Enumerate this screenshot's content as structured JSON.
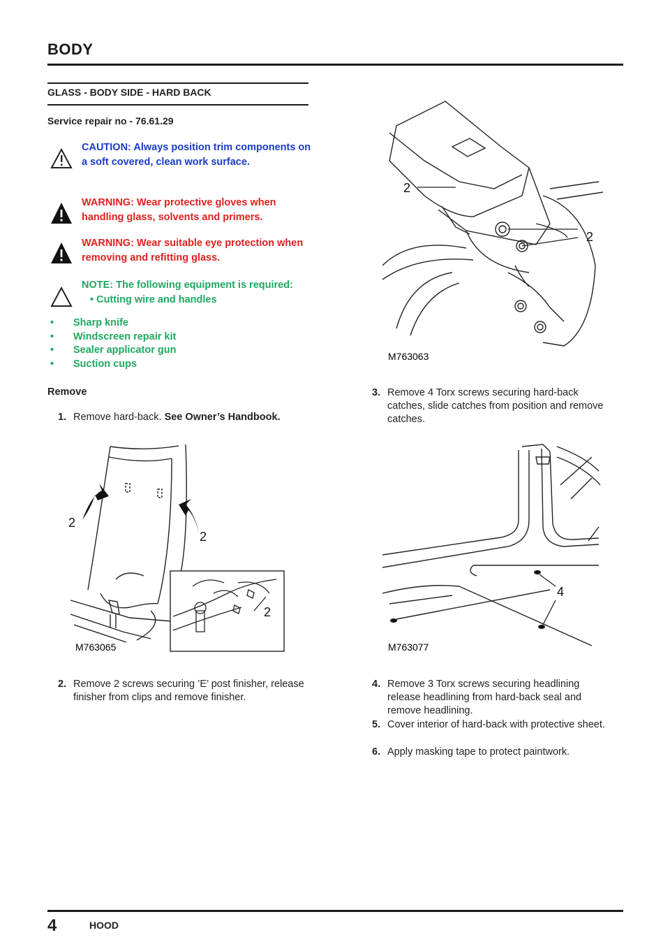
{
  "header": {
    "section_title": "BODY"
  },
  "procedure": {
    "title": "GLASS - BODY SIDE - HARD BACK",
    "service_repair": "Service repair no - 76.61.29"
  },
  "notices": {
    "caution": "CAUTION: Always position trim components on a soft covered, clean work surface.",
    "warning1": "WARNING: Wear protective gloves when handling glass, solvents and primers.",
    "warning2": "WARNING: Wear suitable eye protection when removing and refitting glass.",
    "note": "NOTE: The following equipment is required:",
    "note_first_item": "• Cutting wire and handles",
    "equipment": [
      "Sharp knife",
      "Windscreen repair kit",
      "Sealer applicator gun",
      "Suction cups"
    ],
    "bullet_char": "•"
  },
  "remove_heading": "Remove",
  "steps": [
    {
      "num": "1.",
      "text": "Remove hard-back. ",
      "bold_text": "See Owner’s Handbook."
    },
    {
      "num": "2.",
      "text": "Remove 2 screws securing ’E’ post finisher, release finisher from clips and remove finisher."
    },
    {
      "num": "3.",
      "text": "Remove 4 Torx screws securing hard-back catches, slide catches from position and remove catches."
    },
    {
      "num": "4.",
      "text": "Remove 3 Torx screws securing headlining release headlining from hard-back seal and remove headlining."
    },
    {
      "num": "5.",
      "text": "Cover interior of hard-back with protective sheet."
    },
    {
      "num": "6.",
      "text": "Apply masking tape to protect paintwork."
    }
  ],
  "figures": {
    "fig1": {
      "code": "M763065",
      "callouts": [
        "2",
        "2",
        "2"
      ]
    },
    "fig2": {
      "code": "M763063",
      "callouts": [
        "2",
        "2"
      ]
    },
    "fig3": {
      "code": "M763077",
      "callouts": [
        "4"
      ]
    }
  },
  "footer": {
    "page_number": "4",
    "label": "HOOD"
  }
}
